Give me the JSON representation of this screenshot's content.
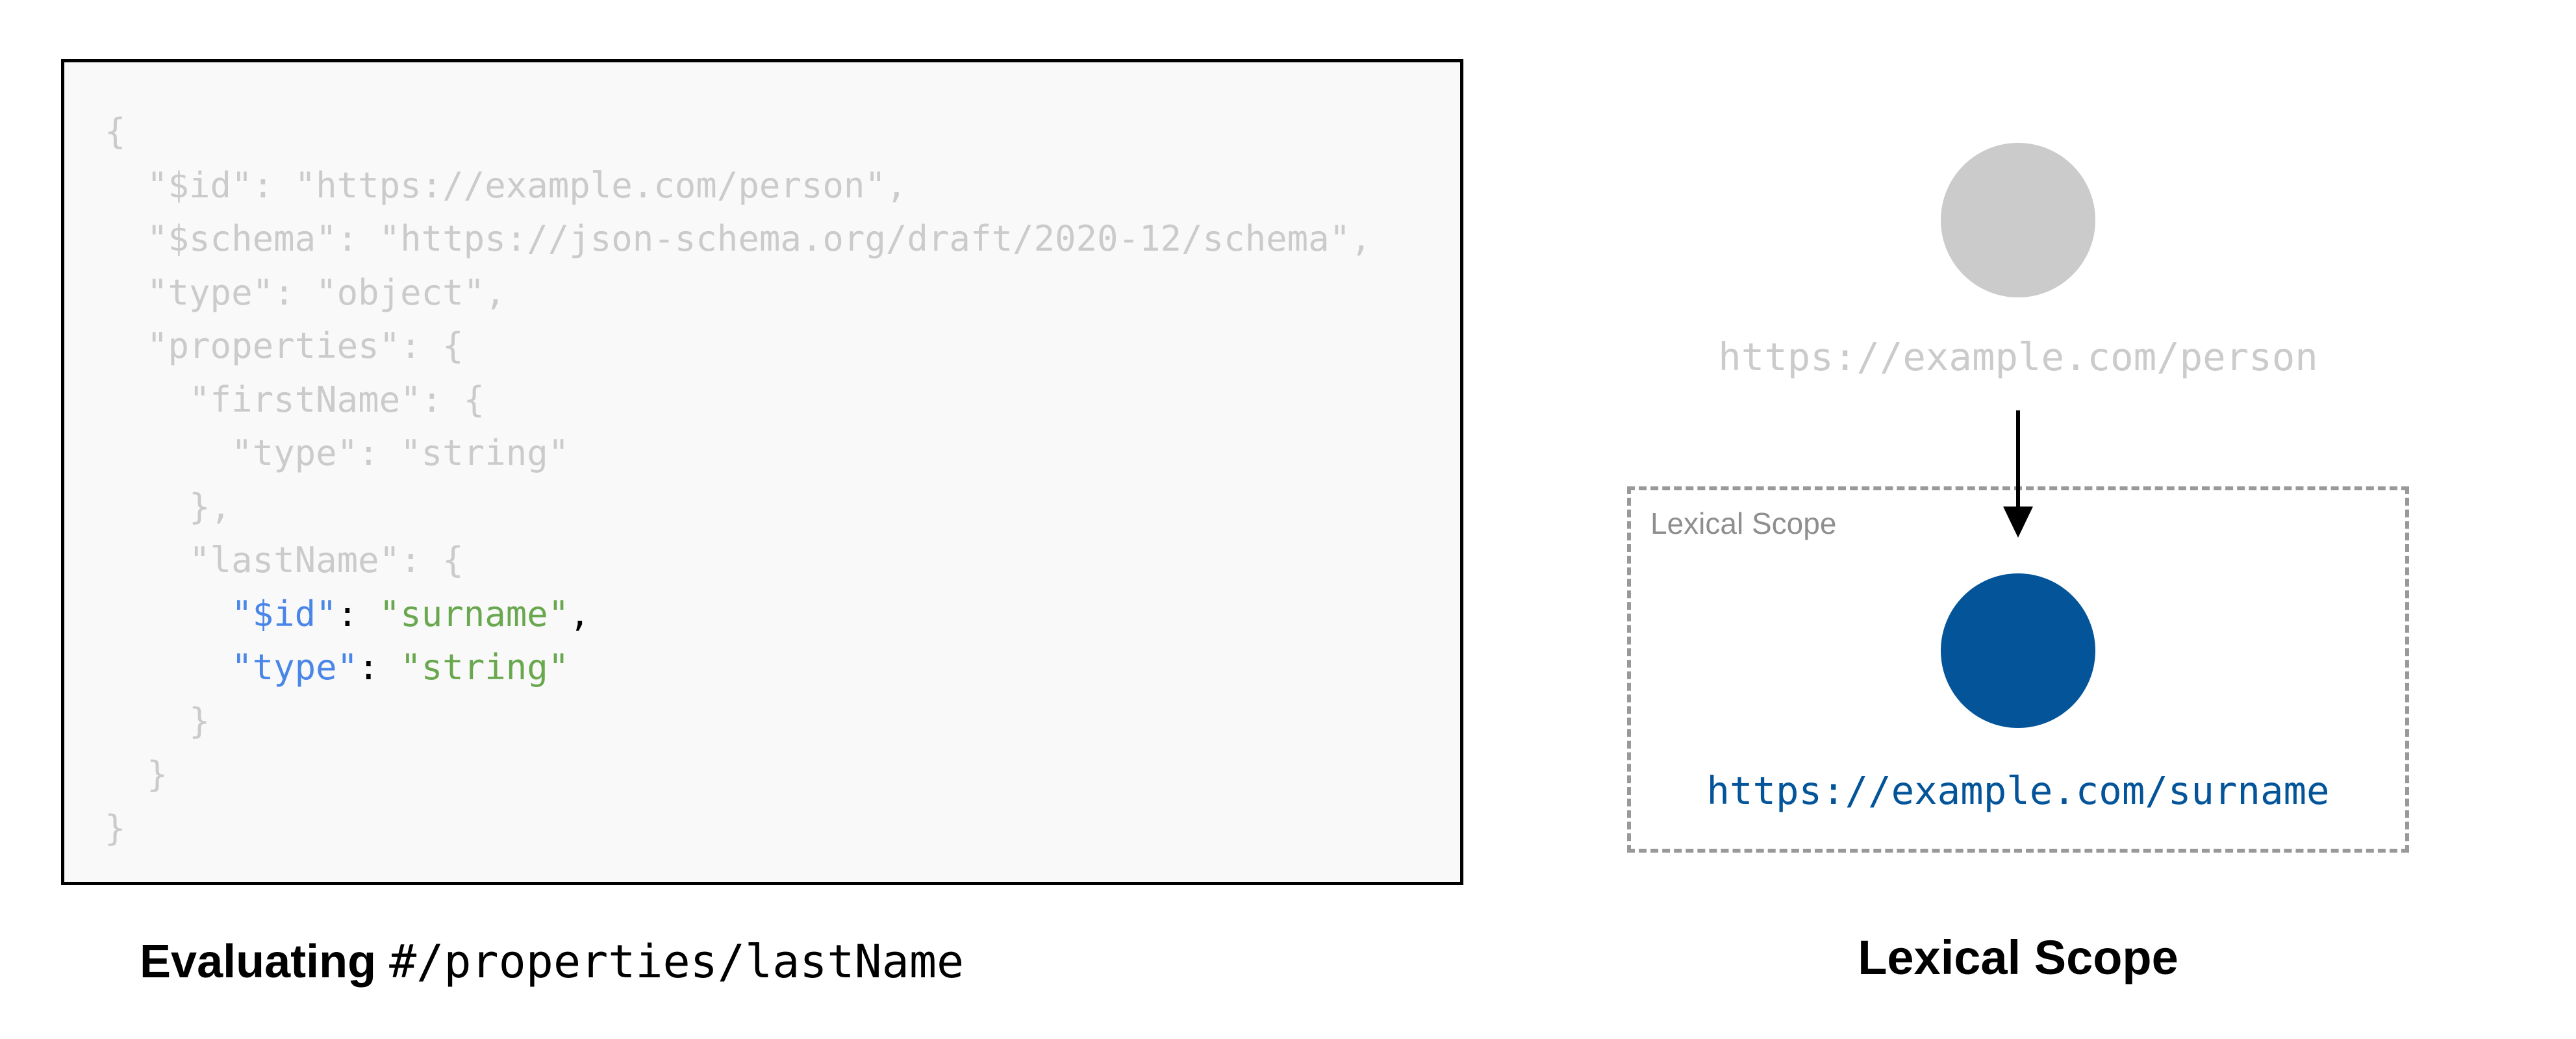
{
  "code": {
    "lines": [
      [
        {
          "t": "{",
          "c": ""
        }
      ],
      [
        {
          "t": "  \"$id\": \"https://example.com/person\",",
          "c": ""
        }
      ],
      [
        {
          "t": "  \"$schema\": \"https://json-schema.org/draft/2020-12/schema\",",
          "c": ""
        }
      ],
      [
        {
          "t": "  \"type\": \"object\",",
          "c": ""
        }
      ],
      [
        {
          "t": "  \"properties\": {",
          "c": ""
        }
      ],
      [
        {
          "t": "    \"firstName\": {",
          "c": ""
        }
      ],
      [
        {
          "t": "      \"type\": \"string\"",
          "c": ""
        }
      ],
      [
        {
          "t": "    },",
          "c": ""
        }
      ],
      [
        {
          "t": "    \"lastName\": {",
          "c": ""
        }
      ],
      [
        {
          "t": "      ",
          "c": ""
        },
        {
          "t": "\"$id\"",
          "c": "k"
        },
        {
          "t": ": ",
          "c": "p"
        },
        {
          "t": "\"surname\"",
          "c": "s"
        },
        {
          "t": ",",
          "c": "p"
        }
      ],
      [
        {
          "t": "      ",
          "c": ""
        },
        {
          "t": "\"type\"",
          "c": "k"
        },
        {
          "t": ": ",
          "c": "p"
        },
        {
          "t": "\"string\"",
          "c": "s"
        }
      ],
      [
        {
          "t": "    }",
          "c": ""
        }
      ],
      [
        {
          "t": "  }",
          "c": ""
        }
      ],
      [
        {
          "t": "}",
          "c": ""
        }
      ]
    ]
  },
  "left_caption": {
    "bold": "Evaluating",
    "pointer": "#/properties/lastName"
  },
  "diagram": {
    "parent_url": "https://example.com/person",
    "scope_label": "Lexical Scope",
    "child_url": "https://example.com/surname",
    "title": "Lexical Scope",
    "colors": {
      "parent": "#cbcbcb",
      "child": "#045499",
      "key": "#4a86e8",
      "string": "#6aa84f",
      "scope_border": "#999999"
    }
  }
}
